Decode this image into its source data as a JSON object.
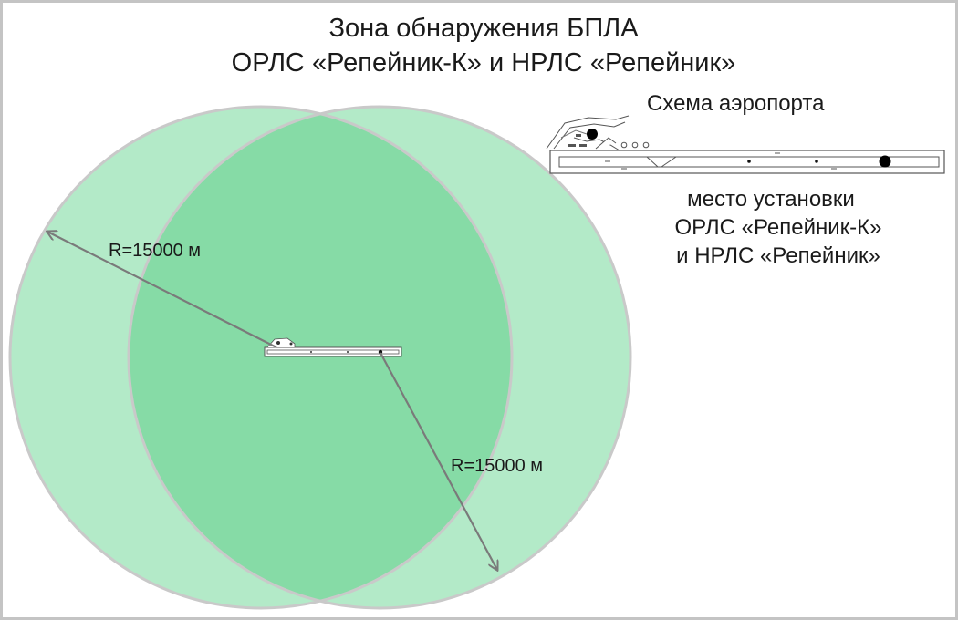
{
  "title": {
    "line1": "Зона обнаружения БПЛА",
    "line2": "ОРЛС «Репейник-К» и НРЛС «Репейник»"
  },
  "legend": {
    "scheme_label": "Схема аэропорта",
    "install_line1": "место установки",
    "install_line2": "ОРЛС «Репейник-К»",
    "install_line3": "и НРЛС «Репейник»"
  },
  "zones": [
    {
      "radius_label": "R=15000 м"
    },
    {
      "radius_label": "R=15000 м"
    }
  ],
  "colors": {
    "zone_fill": "#b3eac8",
    "overlap_fill": "#86dba6",
    "zone_stroke": "#c9c9c9",
    "arrow": "#7a7a7a",
    "border": "#c4c4c4"
  }
}
